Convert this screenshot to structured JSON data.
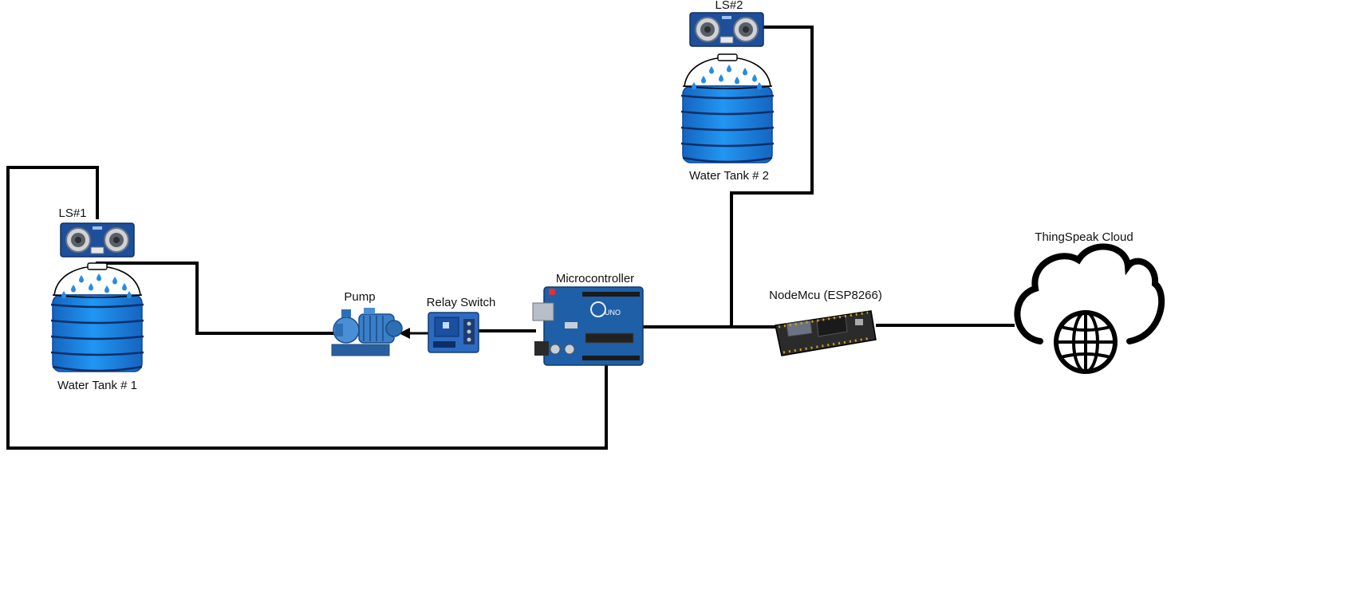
{
  "labels": {
    "ls2": "LS#2",
    "tank2": "Water Tank # 2",
    "ls1": "LS#1",
    "tank1": "Water Tank # 1",
    "pump": "Pump",
    "relay": "Relay Switch",
    "microcontroller": "Microcontroller",
    "board_text": "UNO",
    "nodemcu": "NodeMcu (ESP8266)",
    "cloud": "ThingSpeak Cloud"
  },
  "colors": {
    "wire": "#000000",
    "water": "#1e88e5",
    "water_dark": "#0d47a1",
    "board_blue": "#1f5fa8",
    "sensor_blue": "#1d4f9a",
    "node_black": "#222222",
    "relay_blue": "#2c6bc0",
    "pump_blue": "#3a7fc8",
    "drop": "#2a8be0"
  },
  "icons": [
    "ultrasonic-sensor-icon",
    "water-tank-icon",
    "pump-icon",
    "relay-module-icon",
    "arduino-uno-icon",
    "nodemcu-board-icon",
    "cloud-globe-icon"
  ]
}
